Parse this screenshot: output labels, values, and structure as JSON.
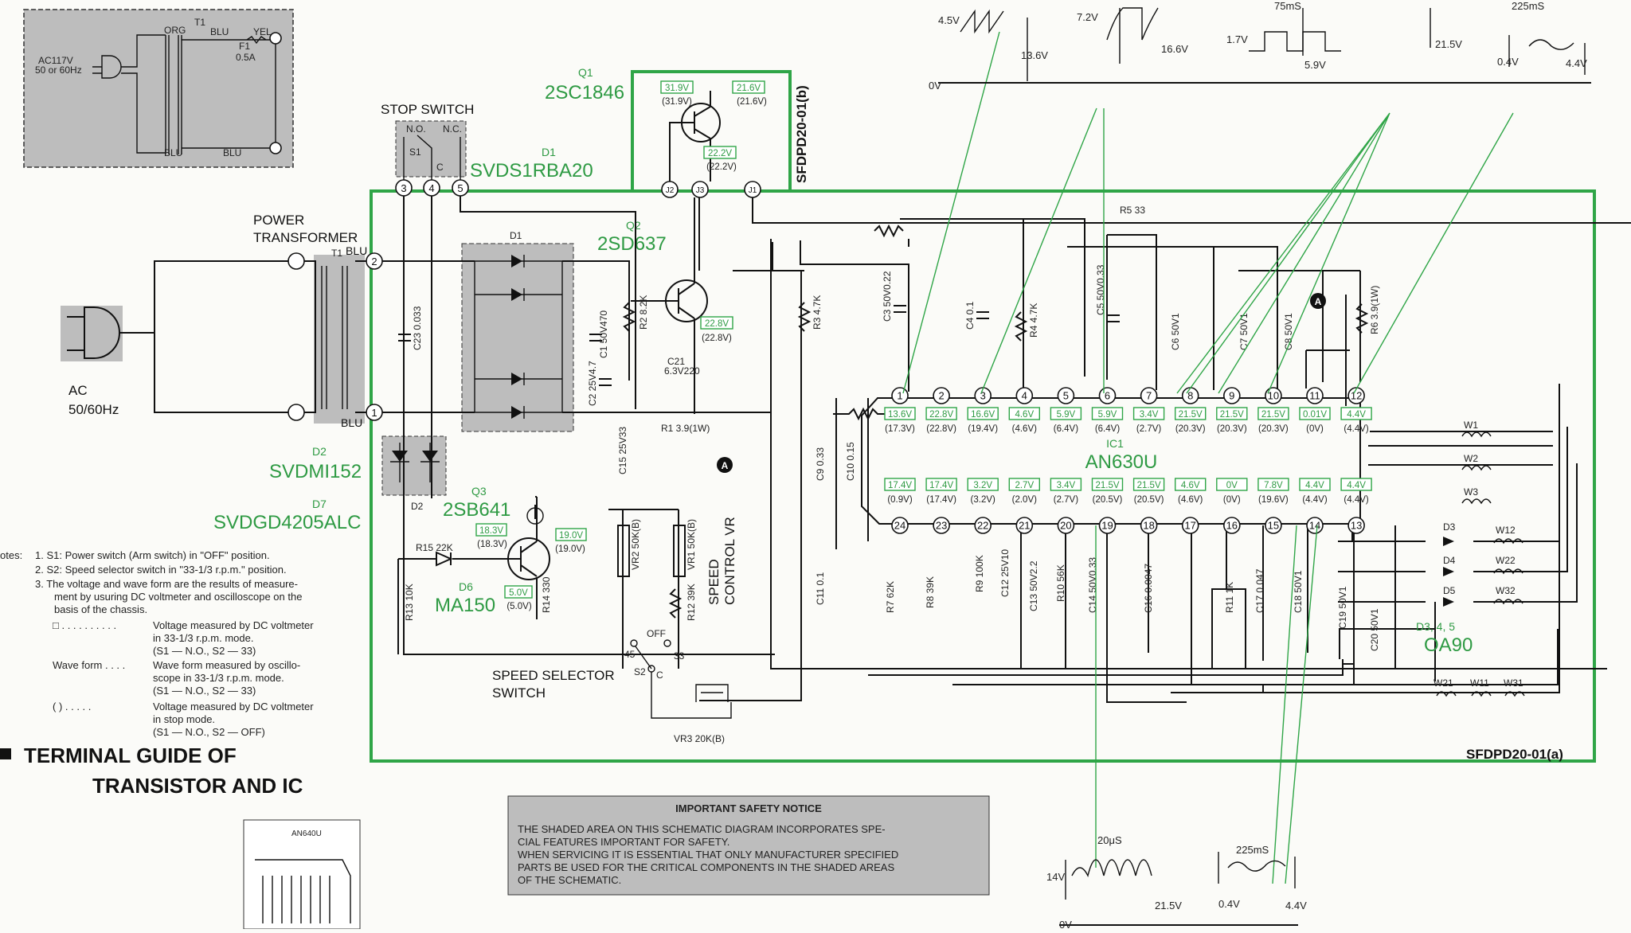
{
  "labels": {
    "stop_switch": "STOP SWITCH",
    "power_transformer_1": "POWER",
    "power_transformer_2": "TRANSFORMER",
    "ac_1": "AC",
    "ac_2": "50/60Hz",
    "speed_control_vr_1": "SPEED",
    "speed_control_vr_2": "CONTROL VR",
    "speed_selector_1": "SPEED SELECTOR",
    "speed_selector_2": "SWITCH",
    "board_a": "SFDPD20-01(a)",
    "board_b": "SFDPD20-01(b)",
    "blu": "BLU",
    "t1": "T1"
  },
  "parts": {
    "q1_label": "Q1",
    "q1_type": "2SC1846",
    "d1_label": "D1",
    "d1_type": "SVDS1RBA20",
    "q2_label": "Q2",
    "q2_type": "2SD637",
    "d2_label": "D2",
    "d2_type": "SVDMI152",
    "d7_label": "D7",
    "d7_type": "SVDGD4205ALC",
    "q3_label": "Q3",
    "q3_type": "2SB641",
    "d6_label": "D6",
    "d6_type": "MA150",
    "ic1_label": "IC1",
    "ic1_type": "AN630U",
    "d345_type": "D3, 4, 5",
    "d345_part": "OA90"
  },
  "components": {
    "c23": "C23 0.033",
    "c1": "C1 50V470",
    "c2": "C2 25V4.7",
    "c21": "C21",
    "c21v": "6.3V220",
    "r1": "R1 3.9(1W)",
    "c15": "C15 25V33",
    "r2": "R2 8.2K",
    "r3": "R3 4.7K",
    "c3": "C3 50V0.22",
    "c4": "C4 0.1",
    "r4": "R4 4.7K",
    "c5": "C5 50V0.33",
    "c6": "C6 50V1",
    "c7": "C7 50V1",
    "c8": "C8 50V1",
    "r6": "R6 3.9(1W)",
    "r5": "R5 33",
    "c9": "C9 0.33",
    "c10": "C10 0.15",
    "c11": "C11 0.1",
    "r7": "R7 62K",
    "r8": "R8 39K",
    "r9": "R9 100K",
    "c12": "C12 25V10",
    "c13": "C13 50V2.2",
    "r10": "R10 56K",
    "c14": "C14 50V0.33",
    "c16": "C16 0.0047",
    "r11": "R11 1K",
    "c17": "C17 0.047",
    "c18": "C18 50V1",
    "c19": "C19 50V1",
    "c20": "C20 50V1",
    "r15": "R15 22K",
    "r13": "R13 10K",
    "r14": "R14 330",
    "vr2": "VR2 50K(B)",
    "vr1": "VR1 50K(B)",
    "r12": "R12 39K",
    "vr3": "VR3 20K(B)",
    "s1": "S1",
    "s2": "S2",
    "no": "N.O.",
    "nc": "N.C.",
    "c_term": "C",
    "sw_45": "45",
    "sw_off": "OFF",
    "sw_33": "33",
    "w1": "W1",
    "w2": "W2",
    "w3": "W3",
    "w12": "W12",
    "w22": "W22",
    "w32": "W32",
    "w21": "W21",
    "w11": "W11",
    "w31": "W31",
    "d3": "D3",
    "d4": "D4",
    "d5": "D5",
    "d1_inner": "D1",
    "d2_inner": "D2"
  },
  "inset": {
    "ac": "AC117V",
    "hz": "50 or 60Hz",
    "t1": "T1",
    "org": "ORG",
    "blu1": "BLU",
    "yel": "YEL",
    "fuse": "F1",
    "fuse_rating": "0.5A",
    "blu2": "BLU",
    "blu3": "BLU"
  },
  "q1_volts": {
    "a1": "31.9V",
    "a2": "(31.9V)",
    "b1": "21.6V",
    "b2": "(21.6V)",
    "c1": "22.2V",
    "c2": "(22.2V)"
  },
  "q2_volts": {
    "a1": "22.8V",
    "a2": "(22.8V)"
  },
  "q3_volts": {
    "a1": "18.3V",
    "a2": "(18.3V)",
    "b1": "19.0V",
    "b2": "(19.0V)",
    "c1": "5.0V",
    "c2": "(5.0V)"
  },
  "connectors": [
    "3",
    "4",
    "5",
    "J2",
    "J3",
    "J1",
    "2",
    "1"
  ],
  "ic_top": [
    {
      "pin": "1",
      "v": "13.6V",
      "p": "(17.3V)"
    },
    {
      "pin": "2",
      "v": "22.8V",
      "p": "(22.8V)"
    },
    {
      "pin": "3",
      "v": "16.6V",
      "p": "(19.4V)"
    },
    {
      "pin": "4",
      "v": "4.6V",
      "p": "(4.6V)"
    },
    {
      "pin": "5",
      "v": "5.9V",
      "p": "(6.4V)"
    },
    {
      "pin": "6",
      "v": "5.9V",
      "p": "(6.4V)"
    },
    {
      "pin": "7",
      "v": "3.4V",
      "p": "(2.7V)"
    },
    {
      "pin": "8",
      "v": "21.5V",
      "p": "(20.3V)"
    },
    {
      "pin": "9",
      "v": "21.5V",
      "p": "(20.3V)"
    },
    {
      "pin": "10",
      "v": "21.5V",
      "p": "(20.3V)"
    },
    {
      "pin": "11",
      "v": "0.01V",
      "p": "(0V)"
    },
    {
      "pin": "12",
      "v": "4.4V",
      "p": "(4.4V)"
    }
  ],
  "ic_bottom": [
    {
      "pin": "24",
      "v": "17.4V",
      "p": "(0.9V)"
    },
    {
      "pin": "23",
      "v": "17.4V",
      "p": "(17.4V)"
    },
    {
      "pin": "22",
      "v": "3.2V",
      "p": "(3.2V)"
    },
    {
      "pin": "21",
      "v": "2.7V",
      "p": "(2.0V)"
    },
    {
      "pin": "20",
      "v": "3.4V",
      "p": "(2.7V)"
    },
    {
      "pin": "19",
      "v": "21.5V",
      "p": "(20.5V)"
    },
    {
      "pin": "18",
      "v": "21.5V",
      "p": "(20.5V)"
    },
    {
      "pin": "17",
      "v": "4.6V",
      "p": "(4.6V)"
    },
    {
      "pin": "16",
      "v": "0V",
      "p": "(0V)"
    },
    {
      "pin": "15",
      "v": "7.8V",
      "p": "(19.6V)"
    },
    {
      "pin": "14",
      "v": "4.4V",
      "p": "(4.4V)"
    },
    {
      "pin": "13",
      "v": "4.4V",
      "p": "(4.4V)"
    }
  ],
  "waveforms_top": {
    "w1_amp": "4.5V",
    "w1_dc": "13.6V",
    "zero": "0V",
    "w2_amp": "7.2V",
    "w2_dc": "16.6V",
    "w3_amp": "1.7V",
    "w3_time": "75mS",
    "w3_dc": "5.9V",
    "w4_dc": "21.5V",
    "w5_time": "225mS",
    "w5_a": "0.4V",
    "w5_b": "4.4V"
  },
  "waveforms_bottom": {
    "w6_time": "20μS",
    "w6_amp": "14V",
    "w6_dc": "21.5V",
    "w6_zero": "0V",
    "w7_time": "225mS",
    "w7_a": "0.4V",
    "w7_b": "4.4V"
  },
  "notes": {
    "lead": "otes:",
    "n1": "1.  S1:  Power switch (Arm switch) in \"OFF\" position.",
    "n2": "2.  S2:  Speed selector switch in \"33-1/3 r.p.m.\" position.",
    "n3a": "3.  The voltage and wave form are the results of measure-",
    "n3b": "ment by usuring DC voltmeter and oscilloscope on the",
    "n3c": "basis of the chassis.",
    "box_key": "□ . . . . . . . . . .",
    "box_d1": "Voltage measured by DC voltmeter",
    "box_d2": "in 33-1/3 r.p.m. mode.",
    "box_d3": "(S1 — N.O., S2 — 33)",
    "wave_key": "Wave form  . . . .",
    "wave_d1": "Wave form measured by oscillo-",
    "wave_d2": "scope in 33-1/3 r.p.m. mode.",
    "wave_d3": "(S1 — N.O., S2 — 33)",
    "par_key": "(          ) . . . . .",
    "par_d1": "Voltage measured by DC voltmeter",
    "par_d2": "in stop mode.",
    "par_d3": "(S1 — N.O., S2 — OFF)"
  },
  "terminal_guide": {
    "line1": "TERMINAL GUIDE OF",
    "line2": "TRANSISTOR AND IC",
    "chip": "AN640U"
  },
  "safety": {
    "title": "IMPORTANT SAFETY NOTICE",
    "l1": "THE SHADED AREA ON THIS SCHEMATIC DIAGRAM INCORPORATES SPE-",
    "l2": "CIAL FEATURES IMPORTANT FOR SAFETY.",
    "l3": "WHEN SERVICING IT IS ESSENTIAL THAT ONLY MANUFACTURER SPECIFIED",
    "l4": "PARTS BE USED FOR THE CRITICAL COMPONENTS IN THE SHADED AREAS",
    "l5": "OF THE SCHEMATIC."
  },
  "markers": {
    "a": "A"
  }
}
